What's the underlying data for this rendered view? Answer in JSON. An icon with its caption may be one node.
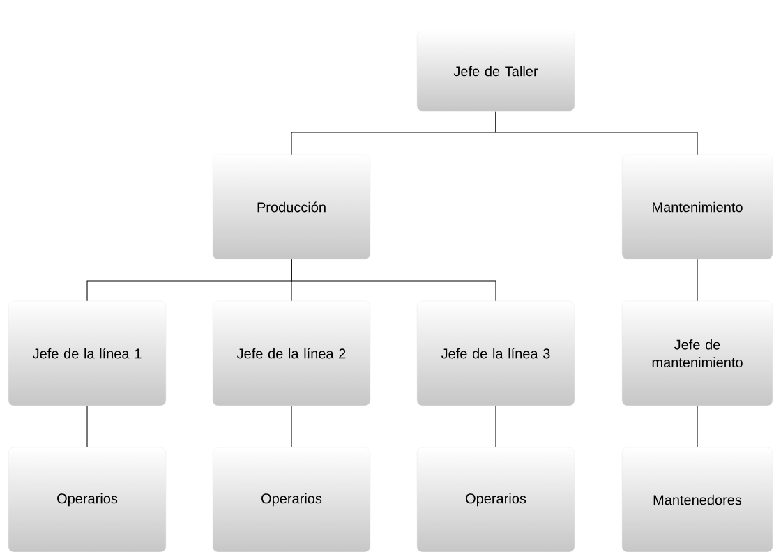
{
  "diagram": {
    "nodes": [
      {
        "text": [
          "Jefe de Taller"
        ]
      },
      {
        "text": [
          "Producción"
        ]
      },
      {
        "text": [
          "Mantenimiento"
        ]
      },
      {
        "text": [
          "Jefe de la línea 1"
        ]
      },
      {
        "text": [
          "Jefe de la línea 2"
        ]
      },
      {
        "text": [
          "Jefe de la línea 3"
        ]
      },
      {
        "text": [
          "Jefe de mantenimiento"
        ]
      },
      {
        "text": [
          "Operarios"
        ]
      },
      {
        "text": [
          "Operarios"
        ]
      },
      {
        "text": [
          "Operarios"
        ]
      },
      {
        "text": [
          "Mantenedores"
        ]
      }
    ],
    "edges": [
      {
        "from": 0,
        "to": 1,
        "arrow": "none"
      },
      {
        "from": 0,
        "to": 2,
        "arrow": "none"
      },
      {
        "from": 1,
        "to": 3,
        "arrow": "none"
      },
      {
        "from": 1,
        "to": 4,
        "arrow": "none"
      },
      {
        "from": 1,
        "to": 5,
        "arrow": "none"
      },
      {
        "from": 2,
        "to": 6,
        "arrow": "none"
      },
      {
        "from": 3,
        "to": 7,
        "arrow": "none"
      },
      {
        "from": 4,
        "to": 8,
        "arrow": "none"
      },
      {
        "from": 5,
        "to": 9,
        "arrow": "none"
      },
      {
        "from": 6,
        "to": 10,
        "arrow": "none"
      }
    ]
  }
}
